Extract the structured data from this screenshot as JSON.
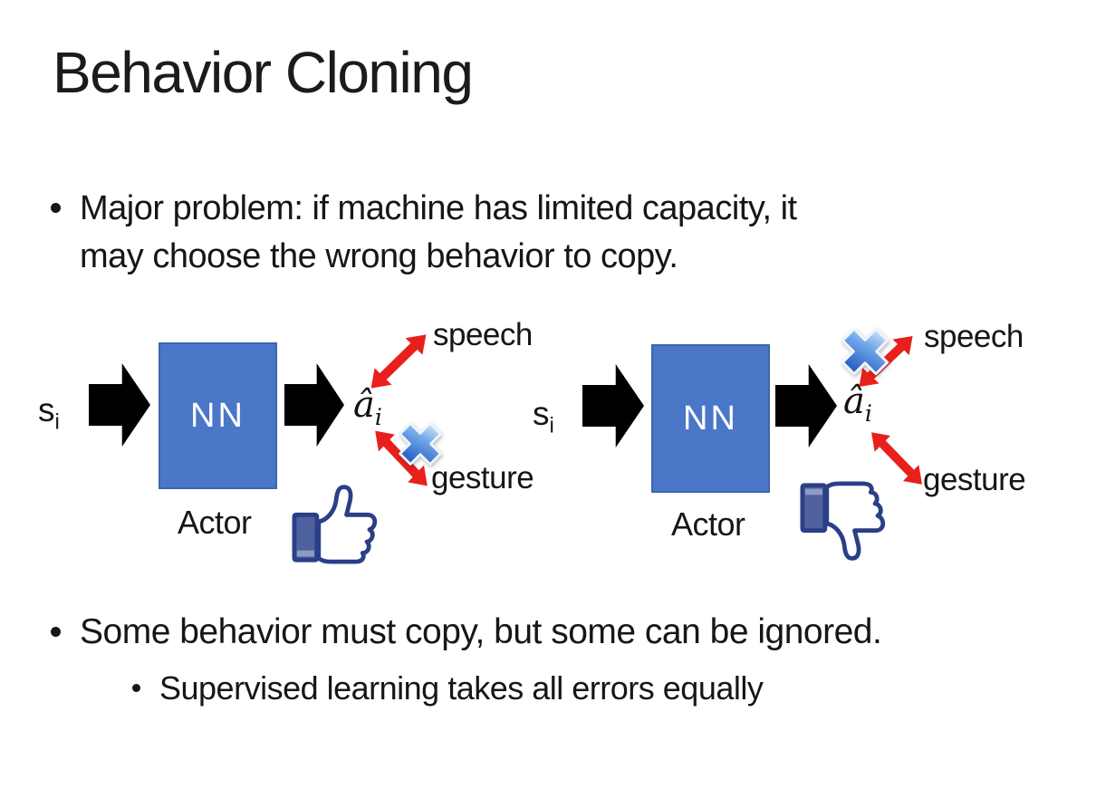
{
  "slide": {
    "title": "Behavior Cloning",
    "bullet1": {
      "line1": "Major problem: if machine has limited capacity, it",
      "line2": "may choose the wrong behavior to copy."
    },
    "bullet2": "Some behavior must copy, but some can be ignored.",
    "bullet2_sub": "Supervised learning takes all errors equally",
    "diagram_left": {
      "input": "s",
      "input_sub": "i",
      "network": "NN",
      "network_role": "Actor",
      "output": "â",
      "output_sub": "i",
      "branch_top": "speech",
      "branch_bottom": "gesture",
      "crossed_out_branch": "gesture",
      "feedback_icon": "thumbs-up"
    },
    "diagram_right": {
      "input": "s",
      "input_sub": "i",
      "network": "NN",
      "network_role": "Actor",
      "output": "â",
      "output_sub": "i",
      "branch_top": "speech",
      "branch_bottom": "gesture",
      "crossed_out_branch": "speech",
      "feedback_icon": "thumbs-down"
    }
  },
  "colors": {
    "nn-blue": "#4a77c8",
    "arrow-red": "#e8201c",
    "cross-blue": "#3f7ad6",
    "icon-navy": "#2b3f87",
    "cuff-blue": "#4f619e",
    "text-black": "#161616"
  }
}
